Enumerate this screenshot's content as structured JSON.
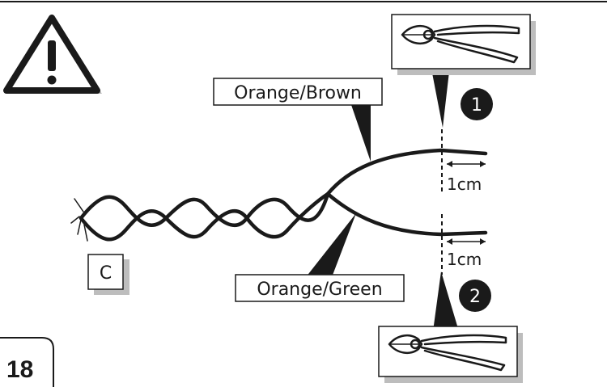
{
  "wire_labels": {
    "top": "Orange/Brown",
    "bottom": "Orange/Green"
  },
  "connector_label": "C",
  "steps": [
    {
      "number": "1",
      "cut_length": "1cm"
    },
    {
      "number": "2",
      "cut_length": "1cm"
    }
  ],
  "page_number": "18",
  "icons": [
    "warning-icon",
    "wire-cutter-icon"
  ],
  "colors": {
    "ink": "#1a1a1a",
    "shadow": "#bdbdbd",
    "paper": "#ffffff"
  }
}
